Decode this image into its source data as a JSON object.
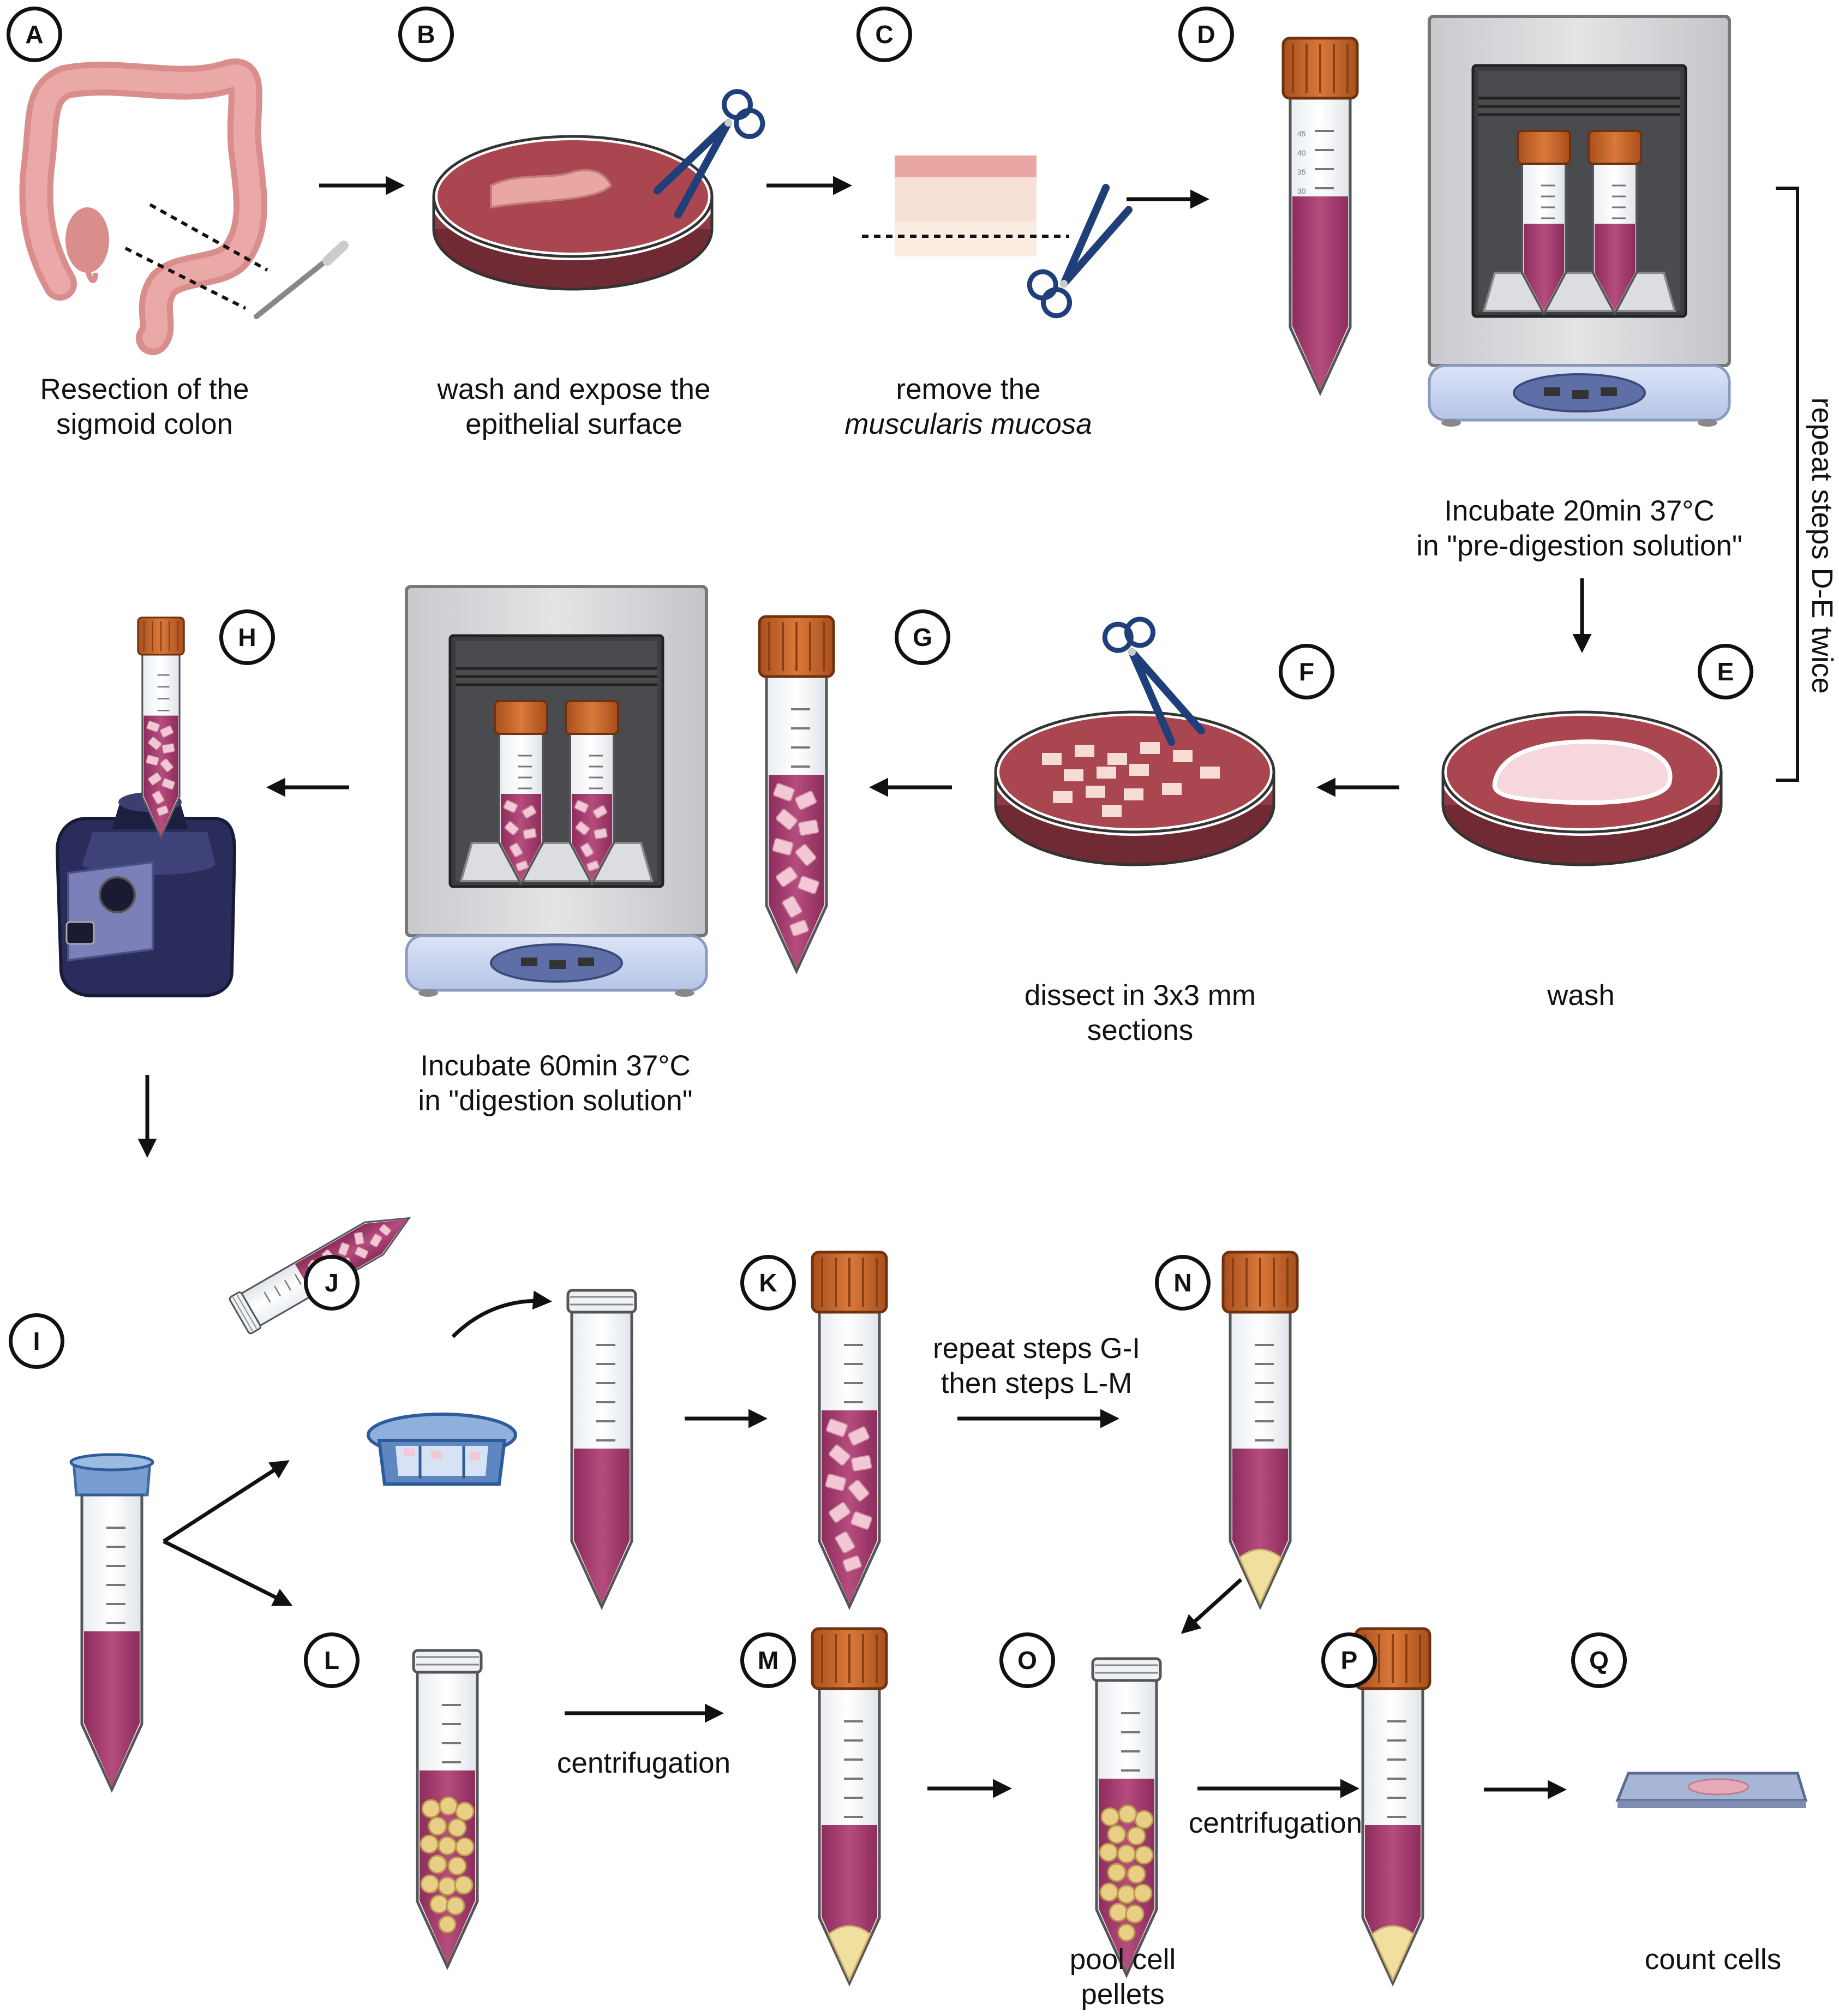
{
  "steps": {
    "A": {
      "letter": "A",
      "line1": "Resection of the",
      "line2": "sigmoid colon"
    },
    "B": {
      "letter": "B",
      "line1": "wash and expose the",
      "line2": "epithelial surface"
    },
    "C": {
      "letter": "C",
      "line1": "remove the",
      "line2": "muscularis mucosa"
    },
    "D": {
      "letter": "D",
      "line1": "Incubate 20min 37°C",
      "line2": "in \"pre-digestion solution\""
    },
    "E": {
      "letter": "E",
      "line1": "wash"
    },
    "F": {
      "letter": "F",
      "line1": "dissect in 3x3 mm",
      "line2": "sections"
    },
    "G": {
      "letter": "G",
      "line1": "Incubate 60min 37°C",
      "line2": "in \"digestion solution\""
    },
    "H": {
      "letter": "H"
    },
    "I": {
      "letter": "I"
    },
    "J": {
      "letter": "J"
    },
    "K": {
      "letter": "K"
    },
    "L": {
      "letter": "L"
    },
    "M": {
      "letter": "M"
    },
    "N": {
      "letter": "N"
    },
    "O": {
      "letter": "O",
      "line1": "pool cell",
      "line2": "pellets"
    },
    "P": {
      "letter": "P"
    },
    "Q": {
      "letter": "Q",
      "line1": "count cells"
    }
  },
  "annotations": {
    "repeat_de": "repeat steps D-E twice",
    "repeat_gi_1": "repeat steps G-I",
    "repeat_gi_2": "then steps L-M",
    "centrifugation_1": "centrifugation",
    "centrifugation_2": "centrifugation"
  },
  "tube_scale": {
    "t45": "45",
    "t40": "40",
    "t35": "35",
    "t30": "30"
  },
  "colors": {
    "medium": "#8e3a44",
    "medium_light": "#b4525c",
    "tube_fluid": "#a3386c",
    "cap": "#c8682a",
    "tissue": "#e8a7a2",
    "steel": "#1f3f7a",
    "incubator": "#d9dadc",
    "shaker": "#c9d6f2",
    "vortex": "#2a2d5c",
    "pellet": "#f1dfa0",
    "arrow": "#111111"
  }
}
